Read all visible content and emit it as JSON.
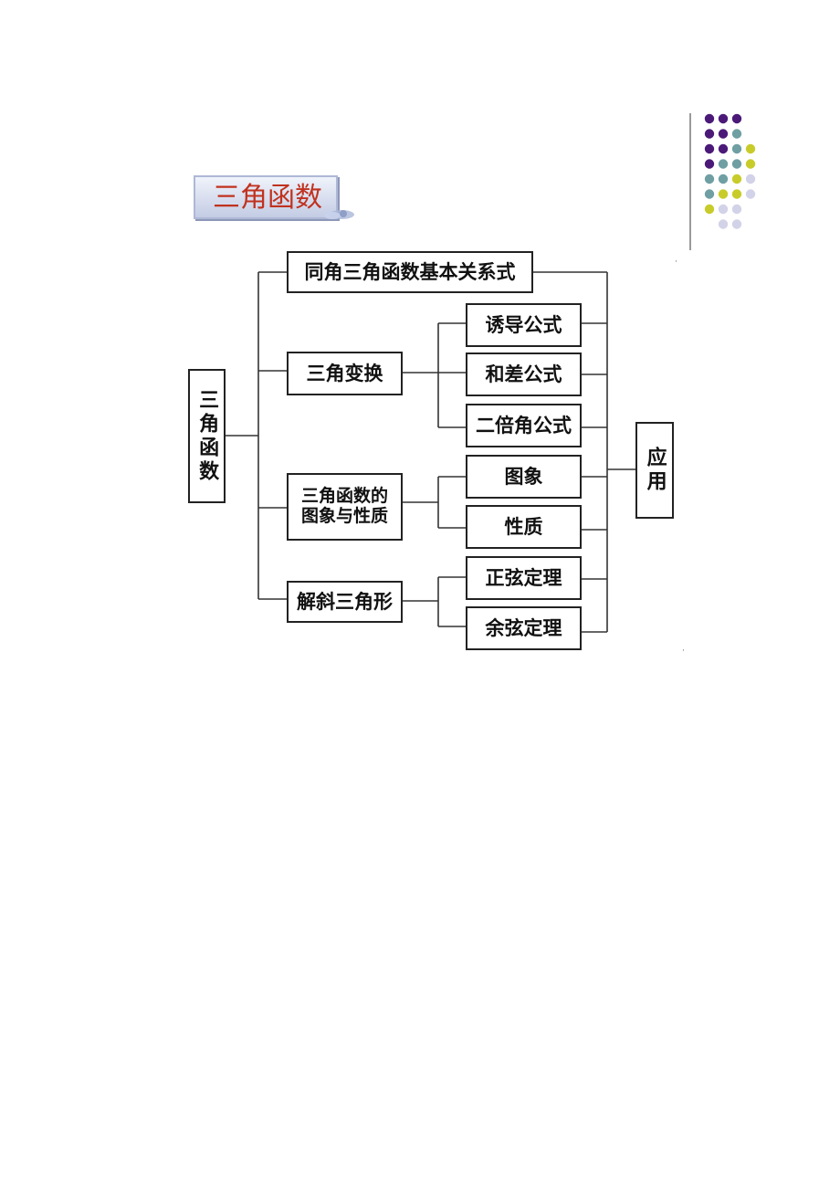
{
  "title": "三角函数",
  "root_label": "三角函数",
  "app_label": "应用",
  "branches": {
    "identity": "同角三角函数基本关系式",
    "transform": "三角变换",
    "graph_line1": "三角函数的",
    "graph_line2": "图象与性质",
    "solve": "解斜三角形"
  },
  "leaves": {
    "induction": "诱导公式",
    "sum_diff": "和差公式",
    "double_angle": "二倍角公式",
    "graph": "图象",
    "properties": "性质",
    "sine_law": "正弦定理",
    "cosine_law": "余弦定理"
  },
  "marks": {
    "top": "·",
    "bottom": "·"
  },
  "colors": {
    "purple": "#4b1a78",
    "teal": "#6f9fa3",
    "yellow": "#c8cc2a",
    "lavender": "#d2d2e8",
    "title_red": "#c0321f"
  }
}
